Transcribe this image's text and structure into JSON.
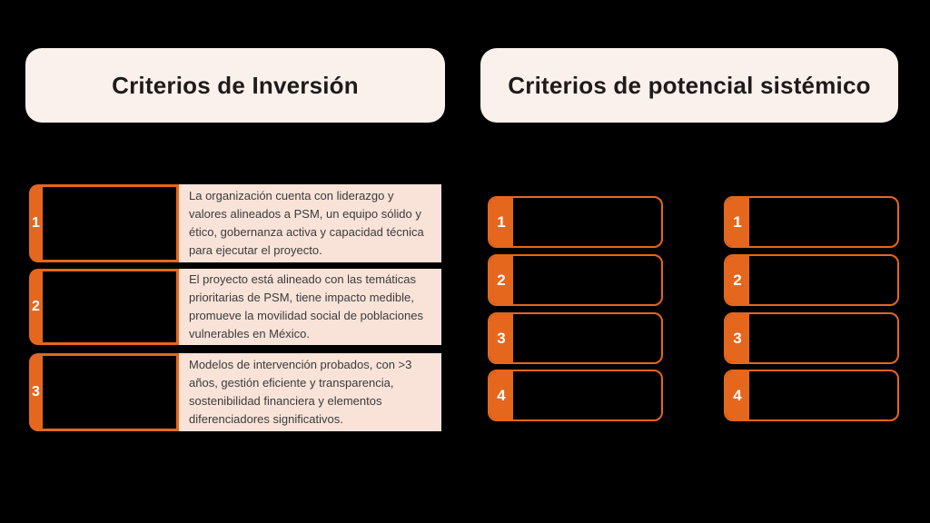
{
  "colors": {
    "accent_orange": "#E5671E",
    "panel_peach": "#F9E3D8",
    "title_card_bg": "#FAF1EC",
    "title_text": "#1E1B1A",
    "body_text": "#3B3B3B",
    "number_text": "#FFFFFF",
    "page_background_transparent_shown_as": "#000000"
  },
  "sections": {
    "investment": {
      "title": "Criterios de Inversión",
      "items": [
        {
          "number": "1",
          "description_lines": [
            "La organización cuenta con liderazgo y",
            "valores alineados a PSM, un equipo sólido y",
            "ético, gobernanza activa y capacidad técnica",
            "para ejecutar el proyecto."
          ]
        },
        {
          "number": "2",
          "description_lines": [
            "El proyecto está alineado con las temáticas",
            "prioritarias de PSM, tiene impacto medible,",
            "promueve la movilidad social de poblaciones",
            "vulnerables en México."
          ]
        },
        {
          "number": "3",
          "description_lines": [
            "Modelos de intervención probados, con >3",
            "años, gestión eficiente y transparencia,",
            "sostenibilidad financiera y elementos",
            "diferenciadores significativos."
          ]
        }
      ]
    },
    "systemic": {
      "title": "Criterios de potencial sistémico",
      "columns": [
        {
          "items": [
            {
              "number": "1"
            },
            {
              "number": "2"
            },
            {
              "number": "3"
            },
            {
              "number": "4"
            }
          ]
        },
        {
          "items": [
            {
              "number": "1"
            },
            {
              "number": "2"
            },
            {
              "number": "3"
            },
            {
              "number": "4"
            }
          ]
        }
      ]
    }
  }
}
